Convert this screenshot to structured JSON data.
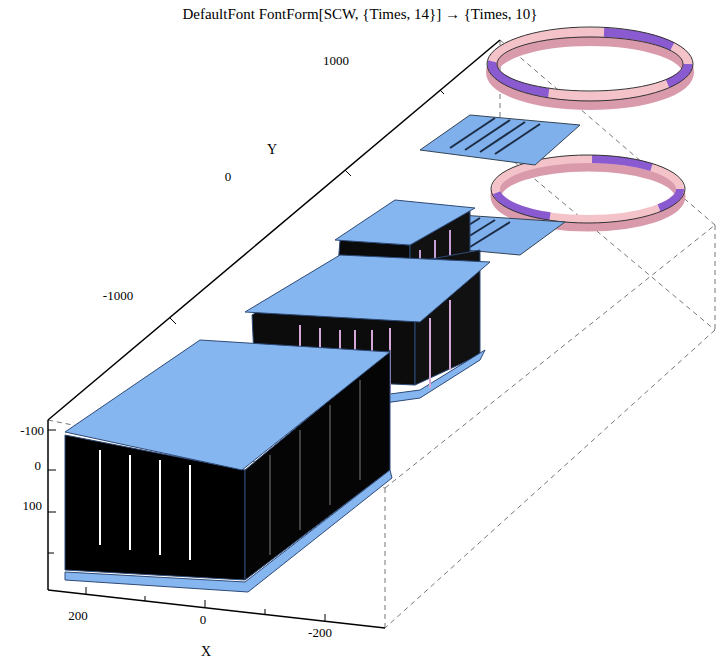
{
  "diagram": {
    "title": "DefaultFont FontForm[SCW, {Times, 14}] → {Times, 10}",
    "labels": [
      "Y",
      "1000",
      "0",
      "-1000",
      "-100",
      "0",
      "100",
      "200",
      "0",
      "-200",
      "X"
    ]
  }
}
